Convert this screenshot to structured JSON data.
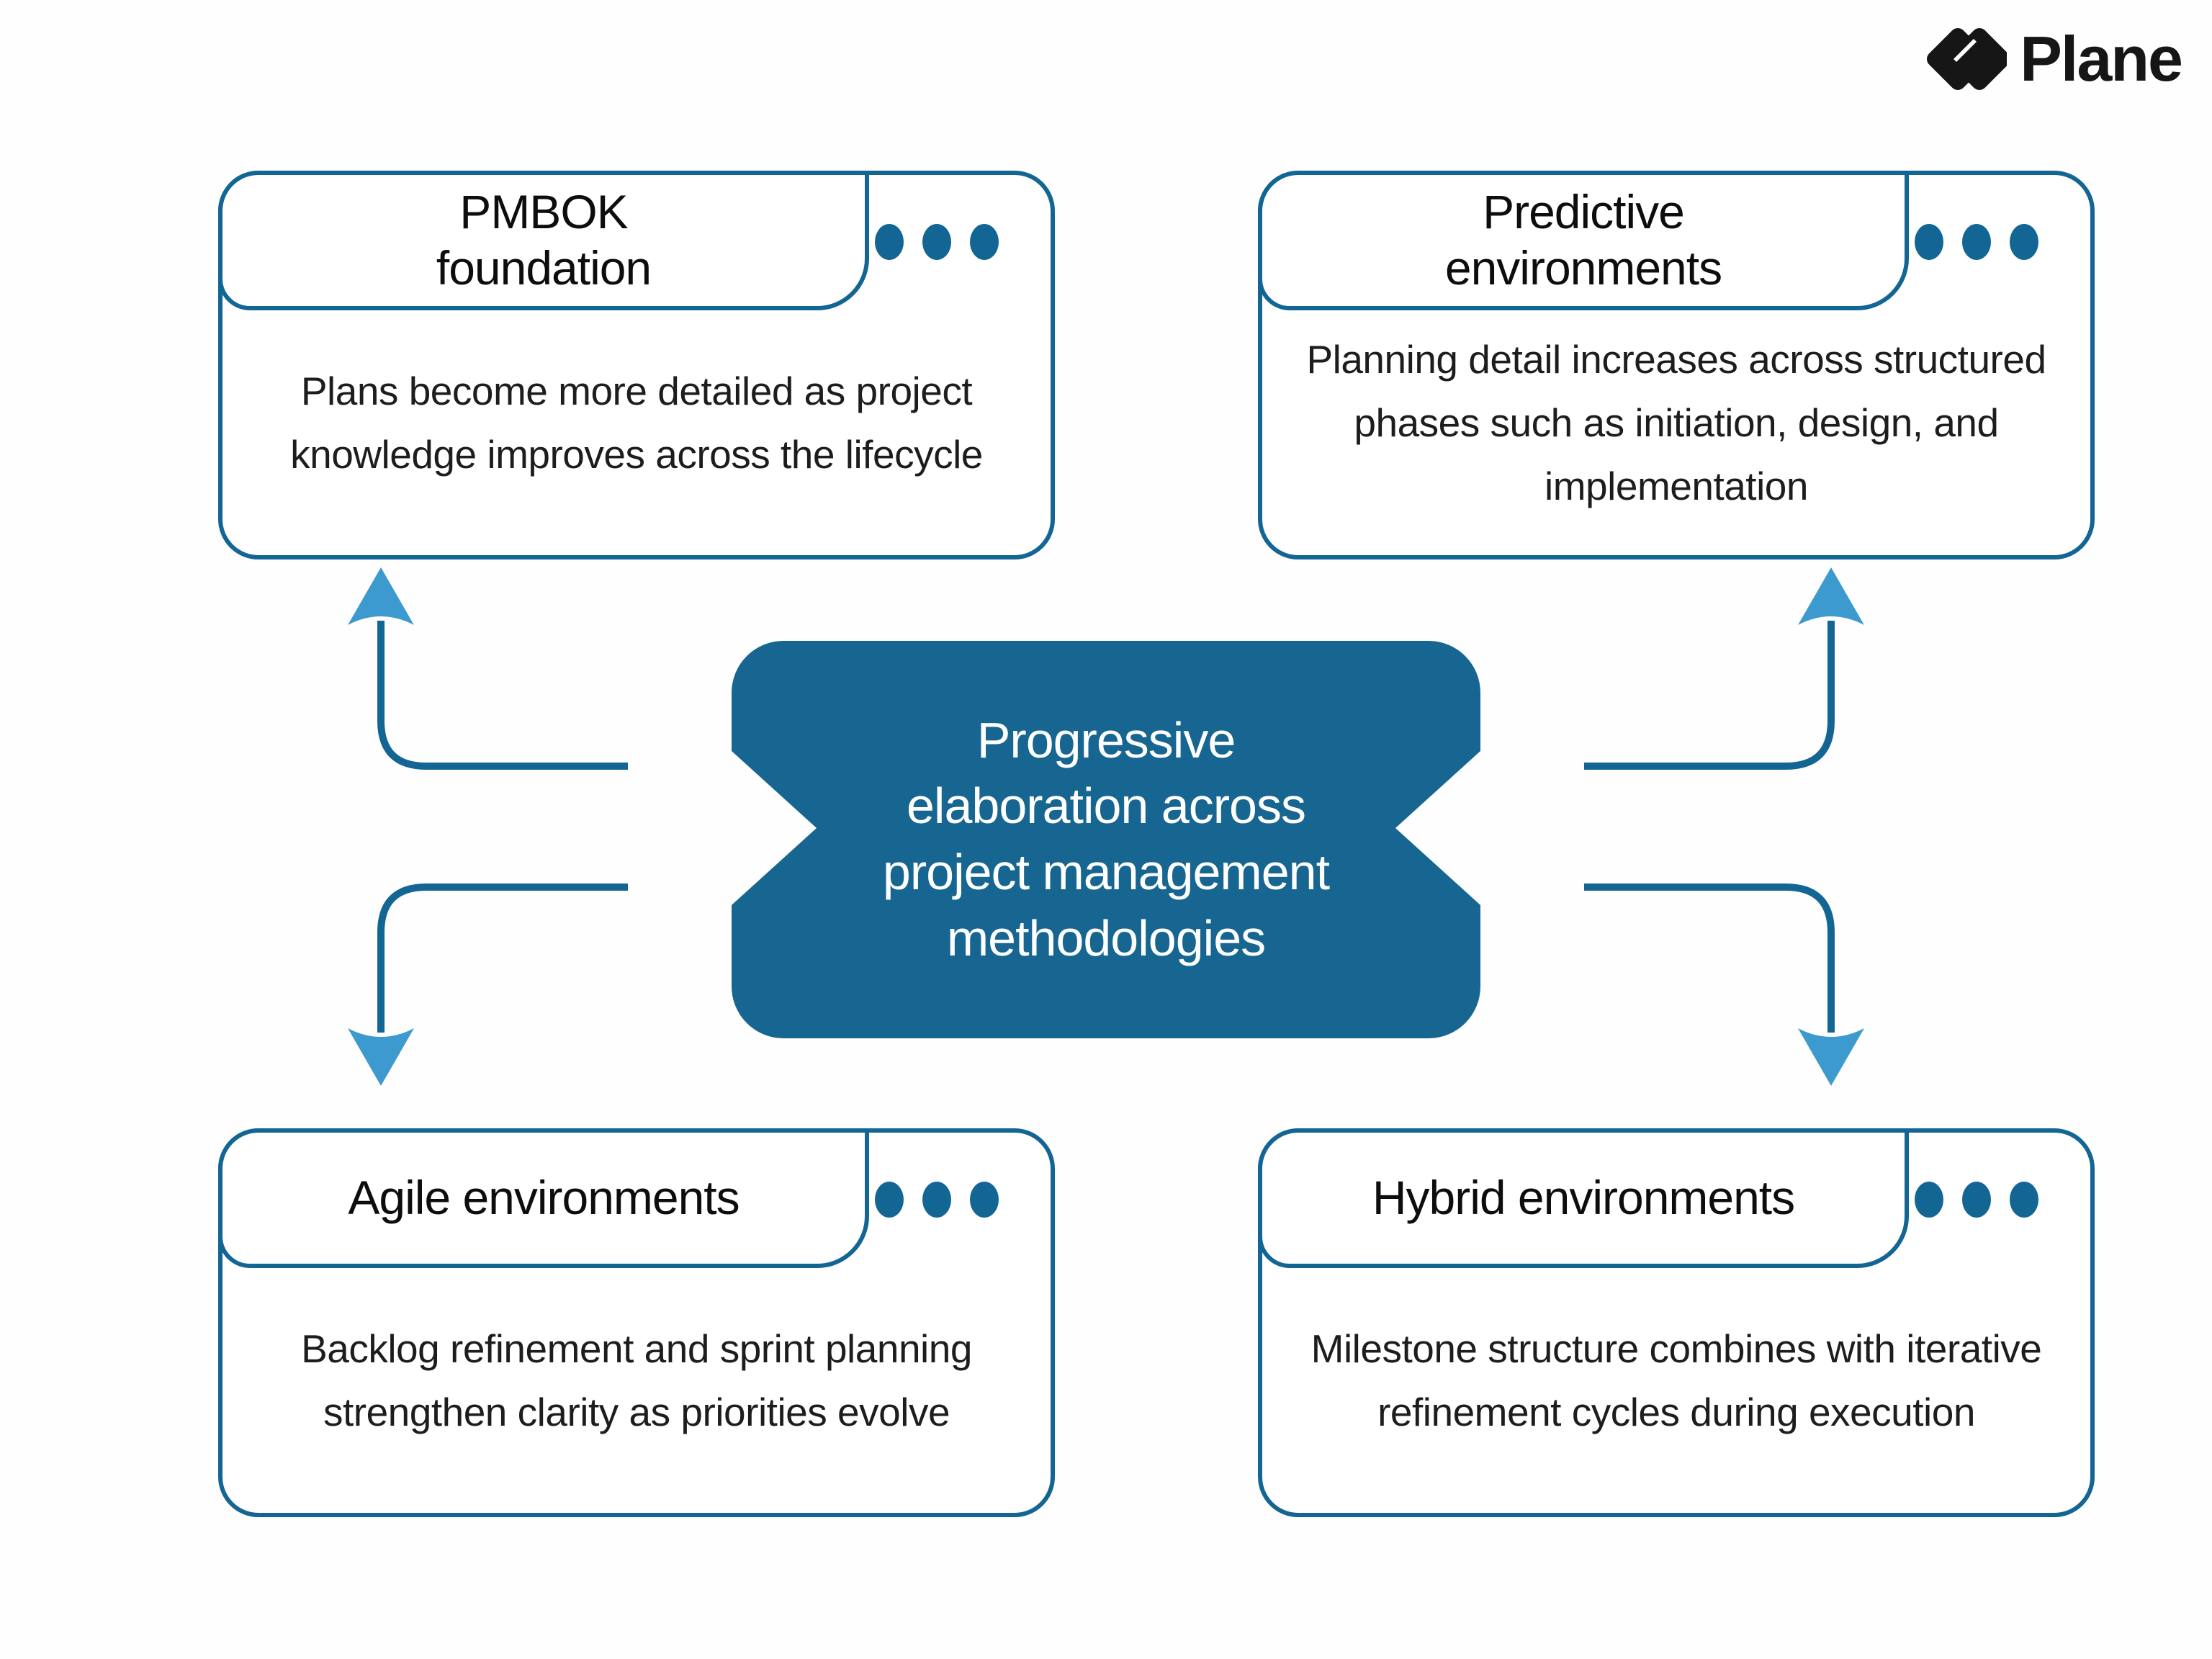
{
  "brand": {
    "name": "Plane"
  },
  "center": {
    "text": "Progressive\nelaboration across\nproject management\nmethodologies"
  },
  "cards": [
    {
      "id": "pmbok-foundation",
      "title": "PMBOK\nfoundation",
      "body": "Plans become more detailed as project knowledge improves across the lifecycle"
    },
    {
      "id": "predictive-environments",
      "title": "Predictive\nenvironments",
      "body": "Planning detail increases across structured phases such as initiation, design, and implementation"
    },
    {
      "id": "agile-environments",
      "title": "Agile environments",
      "body": "Backlog refinement and sprint planning strengthen clarity as priorities evolve"
    },
    {
      "id": "hybrid-environments",
      "title": "Hybrid environments",
      "body": "Milestone structure combines with iterative refinement cycles during execution"
    }
  ],
  "icons": {
    "card_menu": "ellipsis-three-dots",
    "logo": "plane-logo"
  },
  "colors": {
    "accent_border": "#136694",
    "center_box_fill": "#176691",
    "arrow_line": "#136694",
    "arrow_head": "#3d9ace",
    "body_text": "#1d1d1d",
    "title_text": "#0d0d0d",
    "center_text": "#ffffff",
    "logo_text": "#161616",
    "background": "#fefefe"
  }
}
